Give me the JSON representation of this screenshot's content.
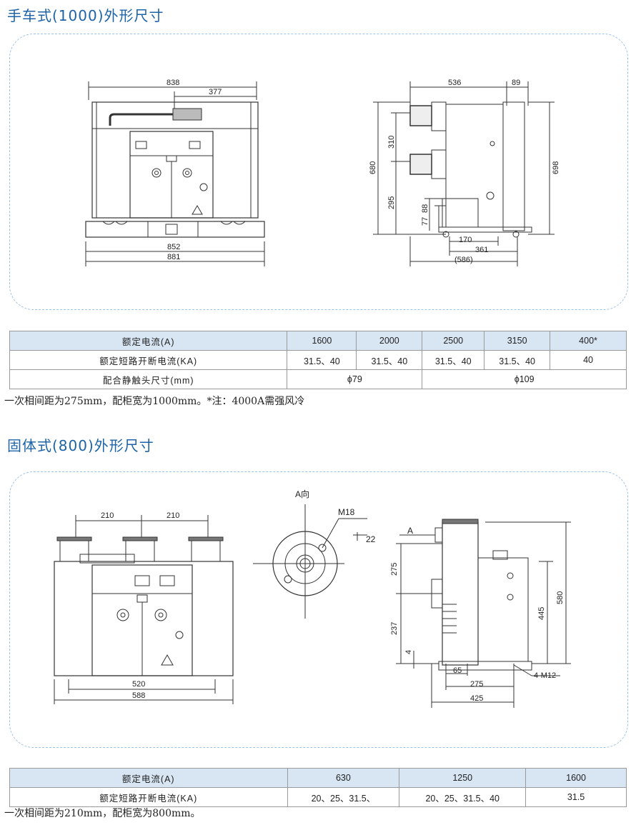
{
  "section1": {
    "title": "手车式(1000)外形尺寸",
    "front": {
      "d838": "838",
      "d377": "377",
      "d852": "852",
      "d881": "881"
    },
    "side": {
      "d536": "536",
      "d89": "89",
      "d310": "310",
      "d680": "680",
      "d295": "295",
      "d88": "88",
      "d77": "77",
      "d698": "698",
      "d170": "170",
      "d361": "361",
      "d586": "(586)"
    },
    "table": {
      "rows": [
        {
          "label": "额定电流(A)",
          "cells": [
            "1600",
            "2000",
            "2500",
            "3150",
            "400*"
          ]
        },
        {
          "label": "额定短路开断电流(KA)",
          "cells": [
            "31.5、40",
            "31.5、40",
            "31.5、40",
            "31.5、40",
            "40"
          ]
        },
        {
          "label": "配合静触头尺寸(mm)",
          "cells": [
            "ϕ79",
            "ϕ109"
          ]
        }
      ]
    },
    "note": "一次相间距为275mm，配柜宽为1000mm。*注：4000A需强风冷"
  },
  "section2": {
    "title": "固体式(800)外形尺寸",
    "front": {
      "d210a": "210",
      "d210b": "210",
      "d520": "520",
      "d588": "588"
    },
    "av": {
      "title": "A向",
      "m18": "M18",
      "d22": "22"
    },
    "side": {
      "a": "A",
      "d275": "275",
      "d237": "237",
      "d4": "4",
      "d580": "580",
      "d445": "445",
      "d65": "65",
      "d275b": "275",
      "d425": "425",
      "m12": "4-M12"
    },
    "table": {
      "rows": [
        {
          "label": "额定电流(A)",
          "cells": [
            "630",
            "1250",
            "1600"
          ]
        },
        {
          "label": "额定短路开断电流(KA)",
          "cells": [
            "20、25、31.5、",
            "20、25、31.5、40",
            "31.5"
          ]
        }
      ]
    },
    "note": "一次相间距为210mm，配柜宽为800mm。"
  }
}
